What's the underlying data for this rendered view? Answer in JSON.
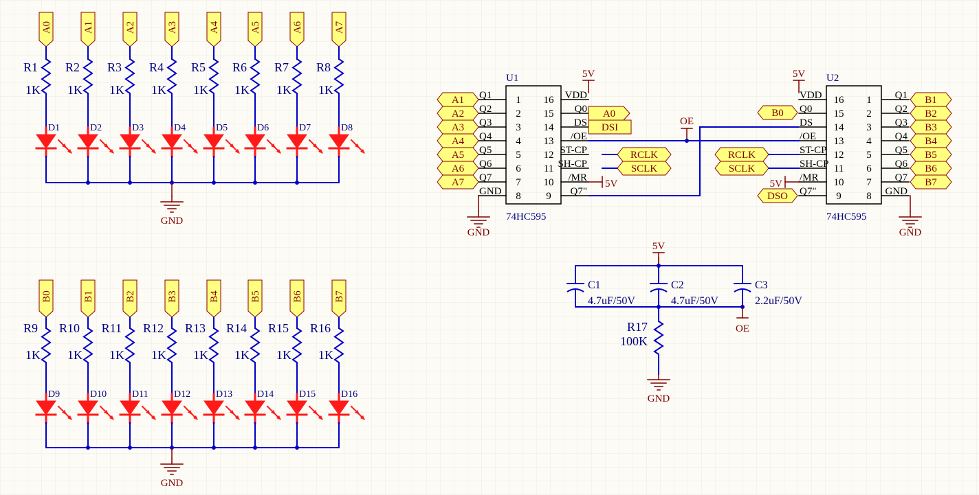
{
  "colors": {
    "wire": "#0000c8",
    "led": "#ff1a1a",
    "port_fill": "#ffff80",
    "port_stroke": "#8b0000",
    "power": "#800000",
    "body": "#000000",
    "text_blue": "#000080",
    "background": "#fcfbf5",
    "grid": "#ebebe2"
  },
  "led_bank_a": {
    "ports": [
      "A0",
      "A1",
      "A2",
      "A3",
      "A4",
      "A5",
      "A6",
      "A7"
    ],
    "resistors": [
      "R1",
      "R2",
      "R3",
      "R4",
      "R5",
      "R6",
      "R7",
      "R8"
    ],
    "values": [
      "1K",
      "1K",
      "1K",
      "1K",
      "1K",
      "1K",
      "1K",
      "1K"
    ],
    "leds": [
      "D1",
      "D2",
      "D3",
      "D4",
      "D5",
      "D6",
      "D7",
      "D8"
    ],
    "gnd": "GND"
  },
  "led_bank_b": {
    "ports": [
      "B0",
      "B1",
      "B2",
      "B3",
      "B4",
      "B5",
      "B6",
      "B7"
    ],
    "resistors": [
      "R9",
      "R10",
      "R11",
      "R12",
      "R13",
      "R14",
      "R15",
      "R16"
    ],
    "values": [
      "1K",
      "1K",
      "1K",
      "1K",
      "1K",
      "1K",
      "1K",
      "1K"
    ],
    "leds": [
      "D9",
      "D10",
      "D11",
      "D12",
      "D13",
      "D14",
      "D15",
      "D16"
    ],
    "gnd": "GND"
  },
  "u1": {
    "ref": "U1",
    "part": "74HC595",
    "left_labels": [
      "Q1",
      "Q2",
      "Q3",
      "Q4",
      "Q5",
      "Q6",
      "Q7",
      "GND"
    ],
    "left_nums": [
      "1",
      "2",
      "3",
      "4",
      "5",
      "6",
      "7",
      "8"
    ],
    "right_nums": [
      "16",
      "15",
      "14",
      "13",
      "12",
      "11",
      "10",
      "9"
    ],
    "right_labels": [
      "VDD",
      "Q0",
      "DS",
      "/OE",
      "ST-CP",
      "SH-CP",
      "/MR",
      "Q7\""
    ],
    "ports_left": [
      "A1",
      "A2",
      "A3",
      "A4",
      "A5",
      "A6",
      "A7"
    ],
    "port_q0": "A0",
    "port_ds": "DSI",
    "port_rclk": "RCLK",
    "port_sclk": "SCLK",
    "vcc": "5V",
    "mr_power": "5V",
    "gnd": "GND"
  },
  "u2": {
    "ref": "U2",
    "part": "74HC595",
    "left_labels": [
      "VDD",
      "Q0",
      "DS",
      "/OE",
      "ST-CP",
      "SH-CP",
      "/MR",
      "Q7\""
    ],
    "left_nums": [
      "16",
      "15",
      "14",
      "13",
      "12",
      "11",
      "10",
      "9"
    ],
    "right_nums": [
      "1",
      "2",
      "3",
      "4",
      "5",
      "6",
      "7",
      "8"
    ],
    "right_labels": [
      "Q1",
      "Q2",
      "Q3",
      "Q4",
      "Q5",
      "Q6",
      "Q7",
      "GND"
    ],
    "ports_right": [
      "B1",
      "B2",
      "B3",
      "B4",
      "B5",
      "B6",
      "B7"
    ],
    "port_q0": "B0",
    "port_rclk": "RCLK",
    "port_sclk": "SCLK",
    "port_dso": "DSO",
    "vcc": "5V",
    "mr_power": "5V",
    "gnd": "GND"
  },
  "oe_net": "OE",
  "rc_network": {
    "vcc": "5V",
    "caps": [
      {
        "ref": "C1",
        "value": "4.7uF/50V"
      },
      {
        "ref": "C2",
        "value": "4.7uF/50V"
      },
      {
        "ref": "C3",
        "value": "2.2uF/50V"
      }
    ],
    "resistor": {
      "ref": "R17",
      "value": "100K"
    },
    "gnd": "GND",
    "oe": "OE"
  }
}
